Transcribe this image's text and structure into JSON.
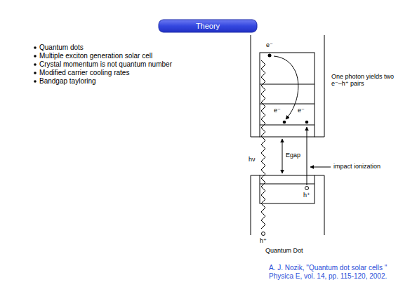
{
  "diagram": {
    "title": "Theory",
    "caption": "A. J. Nozik, \"Quantum dot solar cells \" Physica E, vol. 14, pp. 115-120, 2002.",
    "labels": [
      "Quantum dots",
      "Multiple exciton generation solar cell",
      "Crystal momentum is not quantum number",
      "Modified carrier cooling rates",
      "Bandgap tayloring",
      "e⁻",
      "One photon yields two e⁻–h⁺ pairs",
      "e⁻",
      "e⁻",
      "hν",
      "Egap",
      "impact ionization",
      "h⁺",
      "h⁺",
      "Quantum Dot"
    ]
  }
}
